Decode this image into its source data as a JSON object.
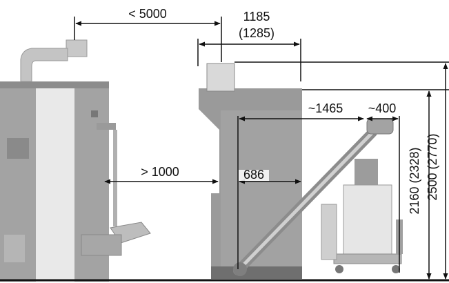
{
  "dimensions": {
    "flue_distance": "< 5000",
    "silo_width": "1185",
    "silo_width_alt": "(1285)",
    "side_clearance": "> 1000",
    "auger_span": "~1465",
    "hopper_width": "~400",
    "silo_depth": "686",
    "inner_height": "2160 (2328)",
    "total_height": "2500 (2770)"
  },
  "colors": {
    "equipment": "#9a9a9a",
    "equipment_dark": "#7f7f7f",
    "equipment_light": "#e6e6e6",
    "dimension_line": "#111111",
    "background": "#ffffff"
  }
}
